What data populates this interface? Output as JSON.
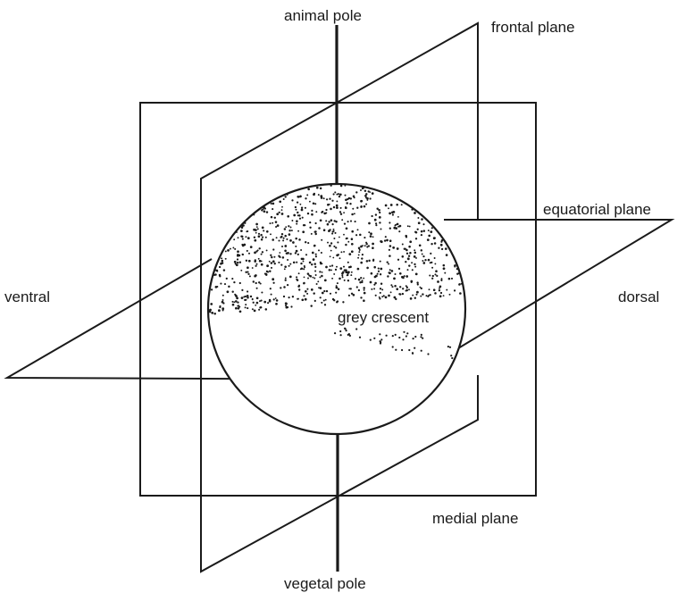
{
  "labels": {
    "animal_pole": "animal pole",
    "frontal_plane": "frontal plane",
    "equatorial_plane": "equatorial plane",
    "ventral": "ventral",
    "dorsal": "dorsal",
    "grey_crescent": "grey crescent",
    "medial_plane": "medial plane",
    "vegetal_pole": "vegetal pole"
  },
  "colors": {
    "ink": "#1a1a1a",
    "background": "#ffffff"
  }
}
